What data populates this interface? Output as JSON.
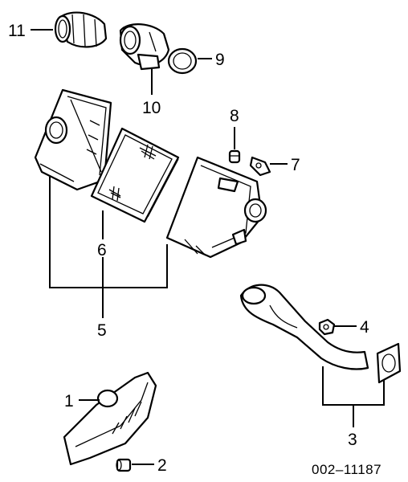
{
  "callouts": {
    "c1": "1",
    "c2": "2",
    "c3": "3",
    "c4": "4",
    "c5": "5",
    "c6": "6",
    "c7": "7",
    "c8": "8",
    "c9": "9",
    "c10": "10",
    "c11": "11"
  },
  "diagram_code": "002–11187",
  "colors": {
    "line": "#000000",
    "background": "#ffffff"
  }
}
